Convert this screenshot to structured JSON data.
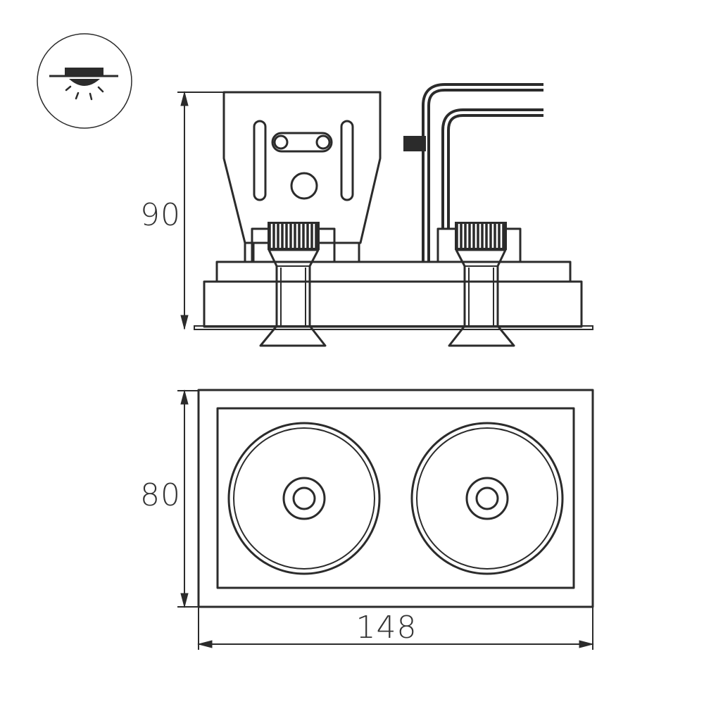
{
  "dimensions": {
    "height": "90",
    "depth": "80",
    "width": "148"
  },
  "icons": {
    "mounting_type": "recessed-ceiling-light-icon"
  },
  "colors": {
    "line": "#2b2b2b",
    "text": "#333333",
    "background": "#ffffff"
  }
}
